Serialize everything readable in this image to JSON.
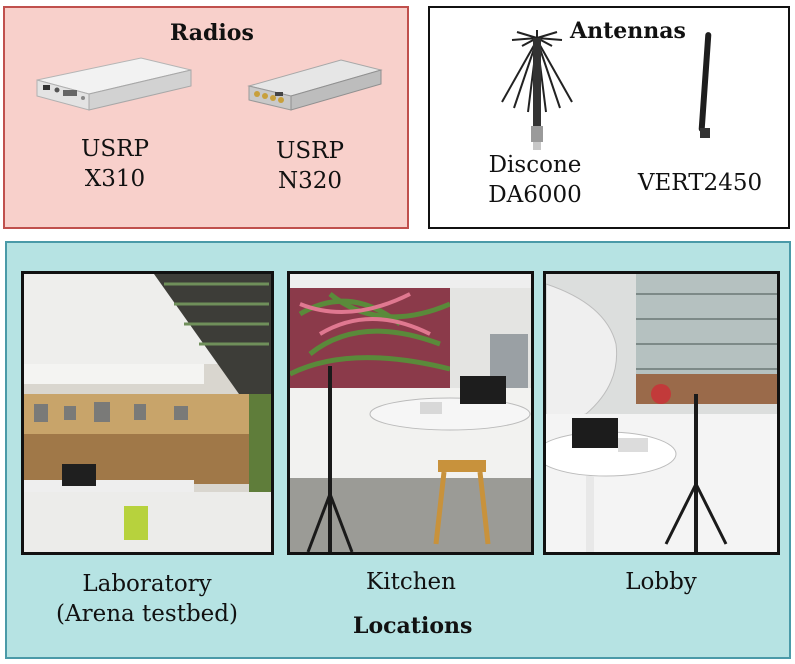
{
  "radios": {
    "title": "Radios",
    "items": [
      {
        "line1": "USRP",
        "line2": "X310"
      },
      {
        "line1": "USRP",
        "line2": "N320"
      }
    ]
  },
  "antennas": {
    "title": "Antennas",
    "items": [
      {
        "line1": "Discone",
        "line2": "DA6000"
      },
      {
        "line1": "VERT2450"
      }
    ]
  },
  "locations": {
    "title": "Locations",
    "items": [
      {
        "line1": "Laboratory",
        "line2": "(Arena testbed)"
      },
      {
        "line1": "Kitchen"
      },
      {
        "line1": "Lobby"
      }
    ]
  },
  "colors": {
    "radios_bg": "#f8d0cb",
    "radios_border": "#c0504d",
    "locations_bg": "#b6e3e3",
    "locations_border": "#4a9aa8"
  }
}
